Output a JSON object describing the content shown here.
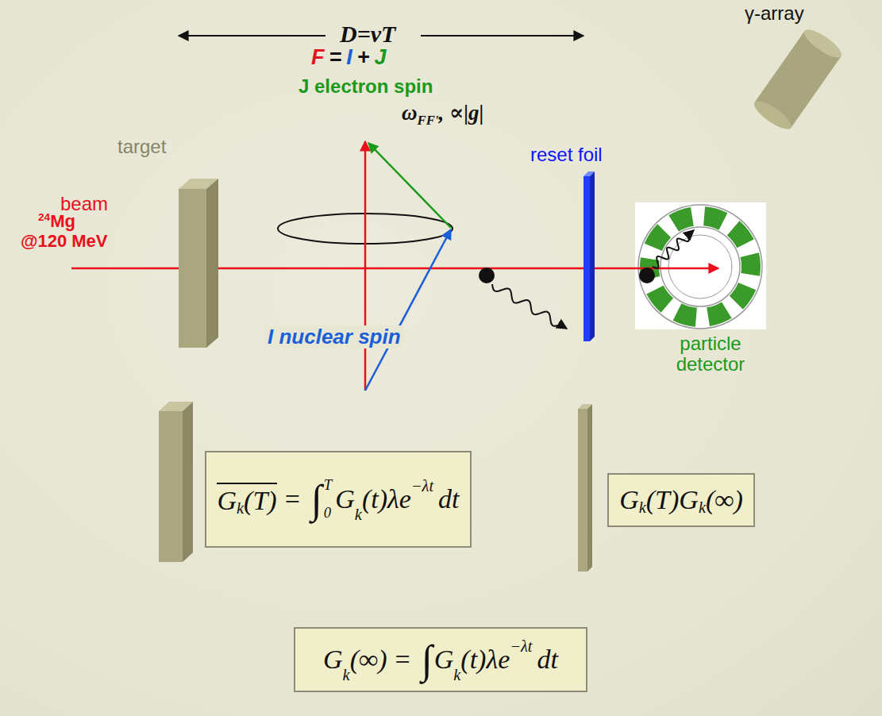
{
  "diagram": {
    "nodes": [
      {
        "text": [
          "G",
          "k",
          "(T)",
          "=",
          "∫",
          "T",
          "0",
          "G",
          "k",
          "(t)λe",
          "−λt",
          "dt"
        ]
      },
      {
        "text": [
          "G",
          "k",
          "(T)G",
          "k",
          "(∞)"
        ]
      },
      {
        "text": [
          "G",
          "k",
          "(∞)",
          "=",
          "∫",
          "G",
          "k",
          "(t)λe",
          "−λt",
          "dt"
        ]
      }
    ],
    "labels": [
      "D=vT",
      "γ-array",
      "F",
      "=",
      "I",
      "+",
      "J",
      "J electron spin",
      "target",
      "ω",
      "FF'",
      ", ∝|g|",
      "reset foil",
      "beam",
      "24",
      "Mg",
      "@120 MeV",
      "I nuclear spin",
      "particle detector"
    ]
  }
}
